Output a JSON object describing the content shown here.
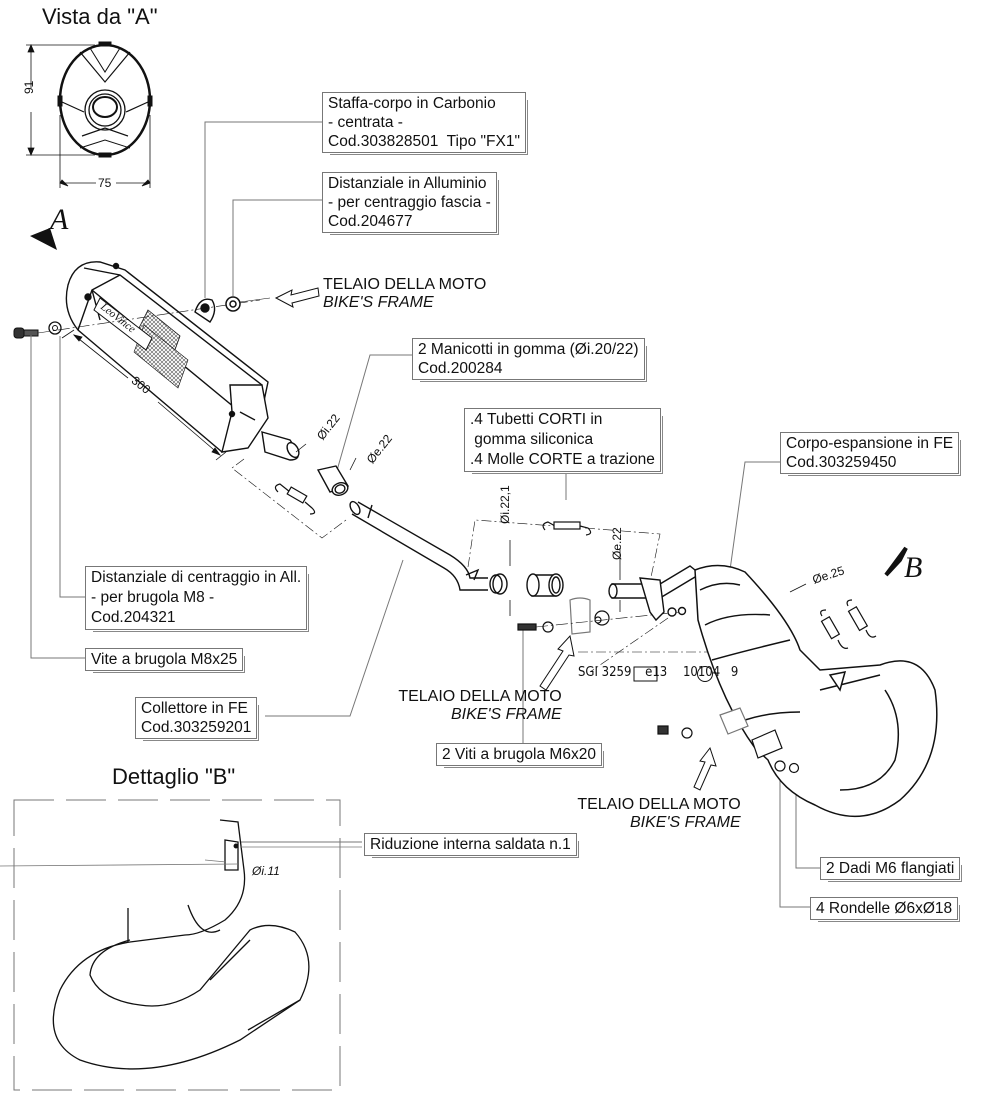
{
  "views": {
    "view_a_title": "Vista da \"A\"",
    "view_a_height": "91",
    "view_a_width": "75",
    "detail_b_title": "Dettaglio \"B\"",
    "marker_a": "A",
    "marker_b": "B"
  },
  "dimensions": {
    "silencer_length": "300",
    "outlet_inner": "Øi.22",
    "link_pipe_outer": "Øe.22",
    "header_inner": "Øi.22,1",
    "body_inlet_outer": "Øe.22",
    "body_outlet_outer": "Øe.25",
    "detail_inner": "Øi.11"
  },
  "frame_labels": [
    {
      "it": "TELAIO DELLA MOTO",
      "en": "BIKE'S FRAME"
    },
    {
      "it": "TELAIO DELLA MOTO",
      "en": "BIKE'S FRAME"
    },
    {
      "it": "TELAIO DELLA MOTO",
      "en": "BIKE'S FRAME"
    }
  ],
  "homologation": {
    "code": "SGI 3259",
    "mark": "e13",
    "number": "10104",
    "circled": "9"
  },
  "parts": {
    "staffa": [
      "Staffa-corpo in Carbonio",
      "- centrata -",
      "Cod.303828501  Tipo \"FX1\""
    ],
    "distanziale_alluminio": [
      "Distanziale in Alluminio",
      "- per centraggio fascia -",
      "Cod.204677"
    ],
    "manicotti": [
      "2 Manicotti in gomma (Øi.20/22)",
      "Cod.200284"
    ],
    "tubetti": [
      ".4 Tubetti CORTI in",
      " gomma siliconica",
      ".4 Molle CORTE a trazione"
    ],
    "corpo_espansione": [
      "Corpo-espansione in FE",
      "Cod.303259450"
    ],
    "distanziale_centraggio": [
      "Distanziale di centraggio in All.",
      "- per brugola M8 -",
      "Cod.204321"
    ],
    "vite_m8": [
      "Vite a brugola M8x25"
    ],
    "collettore": [
      "Collettore in FE",
      "Cod.303259201"
    ],
    "viti_m6": [
      "2 Viti a brugola M6x20"
    ],
    "riduzione": [
      "Riduzione interna saldata n.1"
    ],
    "dadi_m6": [
      "2 Dadi M6 flangiati"
    ],
    "rondelle": [
      "4 Rondelle Ø6xØ18"
    ]
  },
  "brand_logo_text": "LeoVince"
}
